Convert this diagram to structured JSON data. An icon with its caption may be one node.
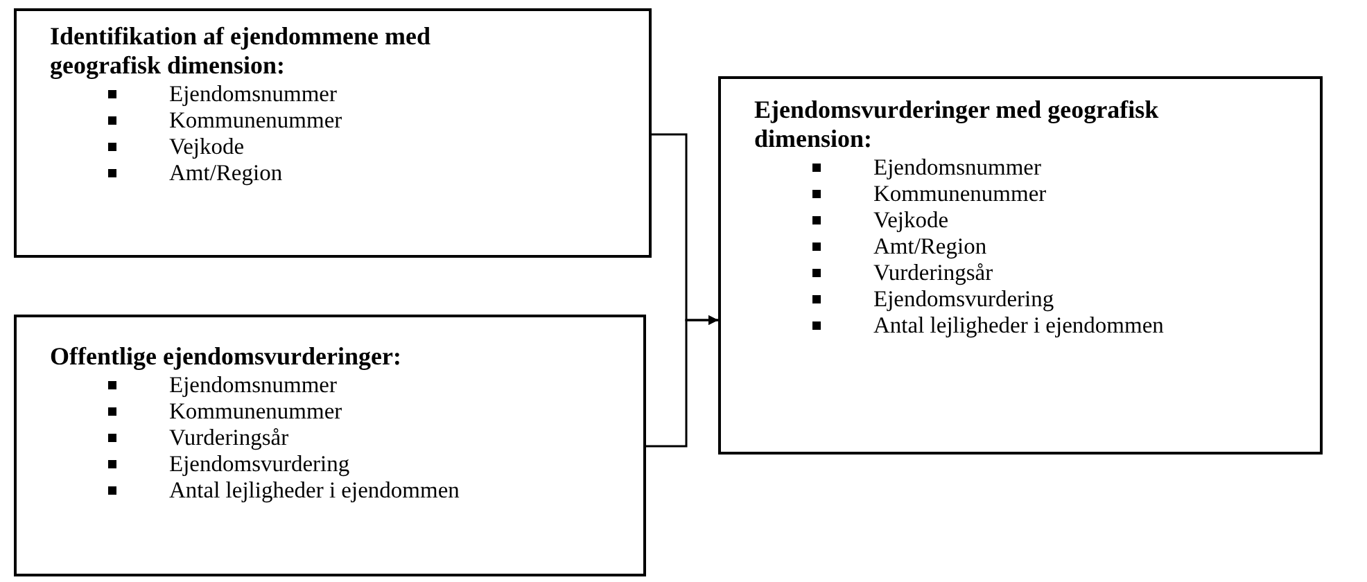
{
  "diagram": {
    "nodes": [
      {
        "text": [
          "Identifikation af ejendommene med geografisk dimension:",
          "Ejendomsnummer",
          "Kommunenummer",
          "Vejkode",
          "Amt/Region"
        ]
      },
      {
        "text": [
          "Offentlige ejendomsvurderinger:",
          "Ejendomsnummer",
          "Kommunenummer",
          "Vurderingsår",
          "Ejendomsvurdering",
          "Antal lejligheder i ejendommen"
        ]
      },
      {
        "text": [
          "Ejendomsvurderinger med geografisk dimension:",
          "Ejendomsnummer",
          "Kommunenummer",
          "Vejkode",
          "Amt/Region",
          "Vurderingsår",
          "Ejendomsvurdering",
          "Antal lejligheder i ejendommen"
        ]
      }
    ],
    "edges": [
      {
        "from": 0,
        "to": 2,
        "arrow": "to"
      },
      {
        "from": 1,
        "to": 2,
        "arrow": "to"
      }
    ]
  }
}
